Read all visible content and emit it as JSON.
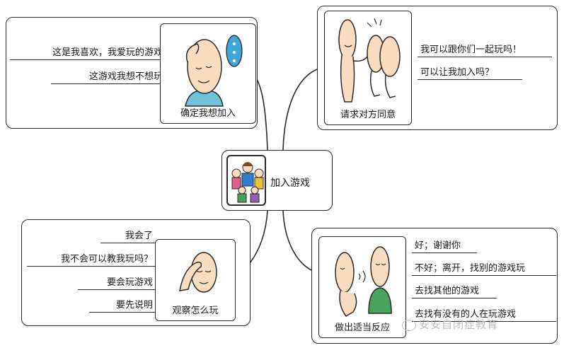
{
  "center": {
    "label": "加入游戏"
  },
  "top_left": {
    "card_label": "确定我想加入",
    "branches": [
      "这是我喜欢，我爱玩的游戏",
      "这游戏我想不想玩"
    ]
  },
  "top_right": {
    "card_label": "请求对方同意",
    "branches": [
      "我可以跟你们一起玩吗！",
      "可以让我加入吗？"
    ]
  },
  "bottom_left": {
    "card_label": "观察怎么玩",
    "branches": [
      "我会了",
      "我不会可以教我玩吗？",
      "要会玩游戏",
      "要先说明"
    ]
  },
  "bottom_right": {
    "card_label": "做出适当反应",
    "branches": [
      "好；谢谢你",
      "不好；离开，找别的游戏玩",
      "去找其他的游戏",
      "去找有没有的人在玩游戏"
    ]
  },
  "watermark": {
    "text": "安安自闭症教育"
  },
  "colors": {
    "line": "#2a2a2a",
    "skin": "#f7dcc0",
    "shirt_blue": "#6fc2d8",
    "shirt_green": "#4aa35c"
  }
}
